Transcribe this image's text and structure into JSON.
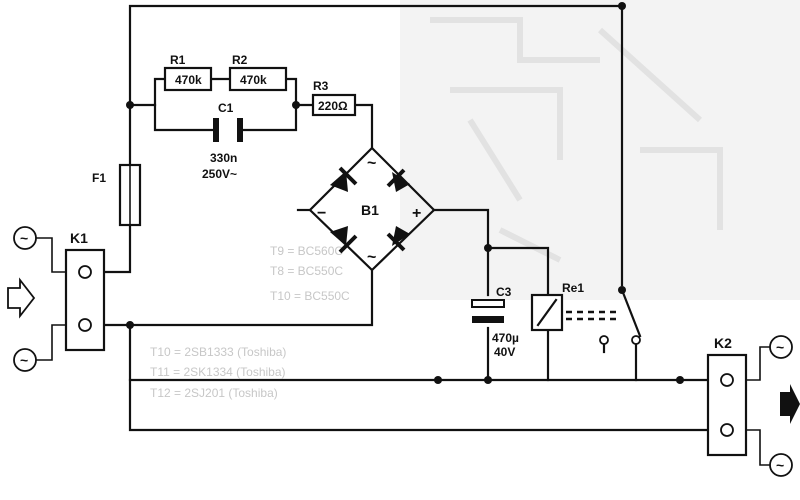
{
  "colors": {
    "ink": "#111111",
    "paper": "#ffffff",
    "ghost_text": "#c7c7c7",
    "ghost_pcb": "#e7e7e7"
  },
  "components": {
    "r1": {
      "ref": "R1",
      "value": "470k"
    },
    "r2": {
      "ref": "R2",
      "value": "470k"
    },
    "r3": {
      "ref": "R3",
      "value": "220Ω"
    },
    "c1": {
      "ref": "C1",
      "value": "330n",
      "rating": "250V~"
    },
    "f1": {
      "ref": "F1"
    },
    "b1": {
      "ref": "B1",
      "minus": "−",
      "plus": "+",
      "ac_top": "~",
      "ac_bottom": "~"
    },
    "c3": {
      "ref": "C3",
      "value": "470µ",
      "rating": "40V"
    },
    "re1": {
      "ref": "Re1"
    },
    "k1": {
      "ref": "K1"
    },
    "k2": {
      "ref": "K2"
    }
  },
  "ac_symbol": "~",
  "background_text": [
    "T10 = BC550C",
    "T11 = 2SK1334 (Toshiba)",
    "T12 = 2SJ201 (Toshiba)",
    "T10 = 2SB1333 (Toshiba)",
    "T9 = BC560C",
    "T8 = BC550C"
  ]
}
